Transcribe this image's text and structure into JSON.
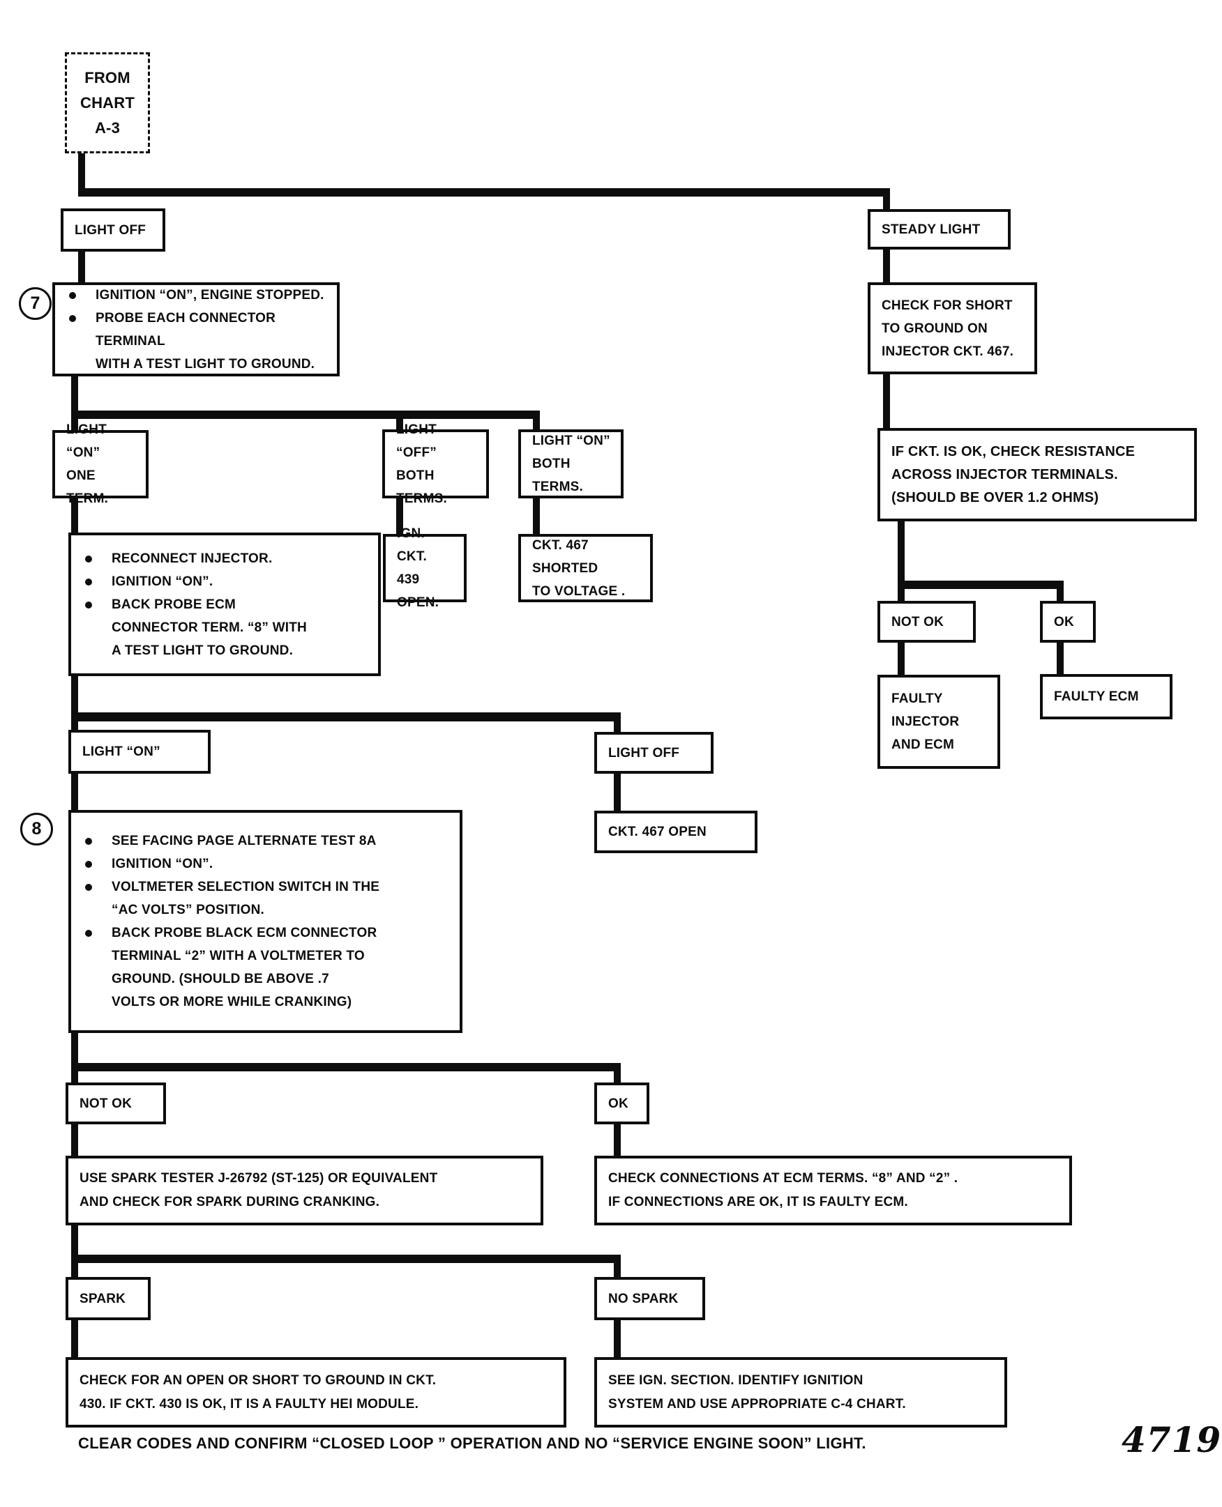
{
  "page": {
    "background": "#ffffff",
    "ink_color": "#0d0d0d",
    "caption": "CLEAR CODES AND CONFIRM “CLOSED LOOP ” OPERATION AND NO “SERVICE ENGINE SOON” LIGHT.",
    "figure_number": "4719"
  },
  "nodes": {
    "from_chart": {
      "text": "FROM\nCHART\nA-3"
    },
    "light_off_1": {
      "text": "LIGHT OFF"
    },
    "steady_light": {
      "text": "STEADY LIGHT"
    },
    "step7": {
      "step_number": "7",
      "bullets": [
        "IGNITION “ON”, ENGINE STOPPED.",
        "PROBE EACH CONNECTOR TERMINAL\nWITH A TEST LIGHT TO GROUND."
      ]
    },
    "check_short": {
      "text": "CHECK FOR SHORT\nTO GROUND ON\nINJECTOR CKT. 467."
    },
    "light_on_one": {
      "text": "LIGHT “ON”\nONE TERM."
    },
    "light_off_both": {
      "text": "LIGHT “OFF”\nBOTH TERMS."
    },
    "light_on_both": {
      "text": "LIGHT “ON”\nBOTH TERMS."
    },
    "ign_ckt_439": {
      "text": "IGN. CKT.\n439 OPEN."
    },
    "ckt_467_shorted": {
      "text": "CKT. 467 SHORTED\nTO VOLTAGE ."
    },
    "reconnect": {
      "bullets": [
        "RECONNECT INJECTOR.",
        "IGNITION “ON”.",
        "BACK PROBE ECM\nCONNECTOR TERM. “8” WITH\nA TEST LIGHT TO GROUND."
      ]
    },
    "if_ckt_ok": {
      "text": "IF CKT. IS OK,  CHECK RESISTANCE\nACROSS INJECTOR TERMINALS.\n(SHOULD BE OVER 1.2 OHMS)"
    },
    "not_ok_1": {
      "text": "NOT OK"
    },
    "ok_1": {
      "text": "OK"
    },
    "faulty_injector_ecm": {
      "text": "FAULTY\nINJECTOR\nAND ECM"
    },
    "faulty_ecm": {
      "text": "FAULTY ECM"
    },
    "light_on_2": {
      "text": "LIGHT “ON”"
    },
    "light_off_2": {
      "text": "LIGHT OFF"
    },
    "ckt_467_open": {
      "text": "CKT. 467 OPEN"
    },
    "step8": {
      "step_number": "8",
      "bullets": [
        "SEE FACING PAGE ALTERNATE TEST 8A",
        "IGNITION “ON”.",
        "VOLTMETER SELECTION SWITCH IN THE\n“AC VOLTS” POSITION.",
        "BACK PROBE BLACK ECM CONNECTOR\nTERMINAL “2” WITH A VOLTMETER TO\nGROUND. (SHOULD BE ABOVE .7\nVOLTS OR MORE WHILE CRANKING)"
      ]
    },
    "not_ok_2": {
      "text": "NOT OK"
    },
    "ok_2": {
      "text": "OK"
    },
    "use_spark_tester": {
      "text": "USE SPARK TESTER J-26792  (ST-125) OR EQUIVALENT\nAND CHECK FOR SPARK DURING CRANKING."
    },
    "check_connections": {
      "text": "CHECK CONNECTIONS AT ECM  TERMS. “8” AND “2” .\nIF CONNECTIONS ARE OK, IT IS FAULTY ECM."
    },
    "spark": {
      "text": "SPARK"
    },
    "no_spark": {
      "text": "NO SPARK"
    },
    "check_open_short": {
      "text": "CHECK FOR AN OPEN OR SHORT TO GROUND IN CKT.\n430. IF CKT. 430 IS OK, IT IS A FAULTY HEI MODULE."
    },
    "see_ign_section": {
      "text": "SEE IGN. SECTION. IDENTIFY IGNITION\nSYSTEM AND USE APPROPRIATE C-4 CHART."
    }
  }
}
